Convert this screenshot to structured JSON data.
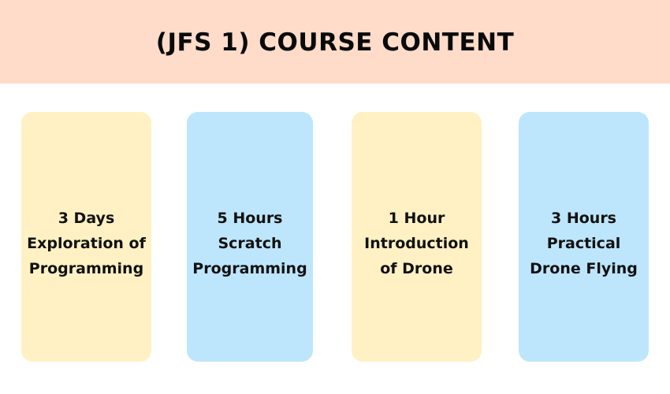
{
  "header": {
    "title": "(JFS 1) COURSE CONTENT",
    "background": "#ffdcca"
  },
  "cards": [
    {
      "lines": [
        "3 Days",
        "Exploration of",
        "Programming"
      ],
      "color": "#fff1c3"
    },
    {
      "lines": [
        "5 Hours",
        "Scratch",
        "Programming"
      ],
      "color": "#bde6fc"
    },
    {
      "lines": [
        "1 Hour",
        "Introduction",
        "of Drone"
      ],
      "color": "#fff1c3"
    },
    {
      "lines": [
        "3 Hours",
        "Practical",
        "Drone Flying"
      ],
      "color": "#bde6fc"
    }
  ]
}
